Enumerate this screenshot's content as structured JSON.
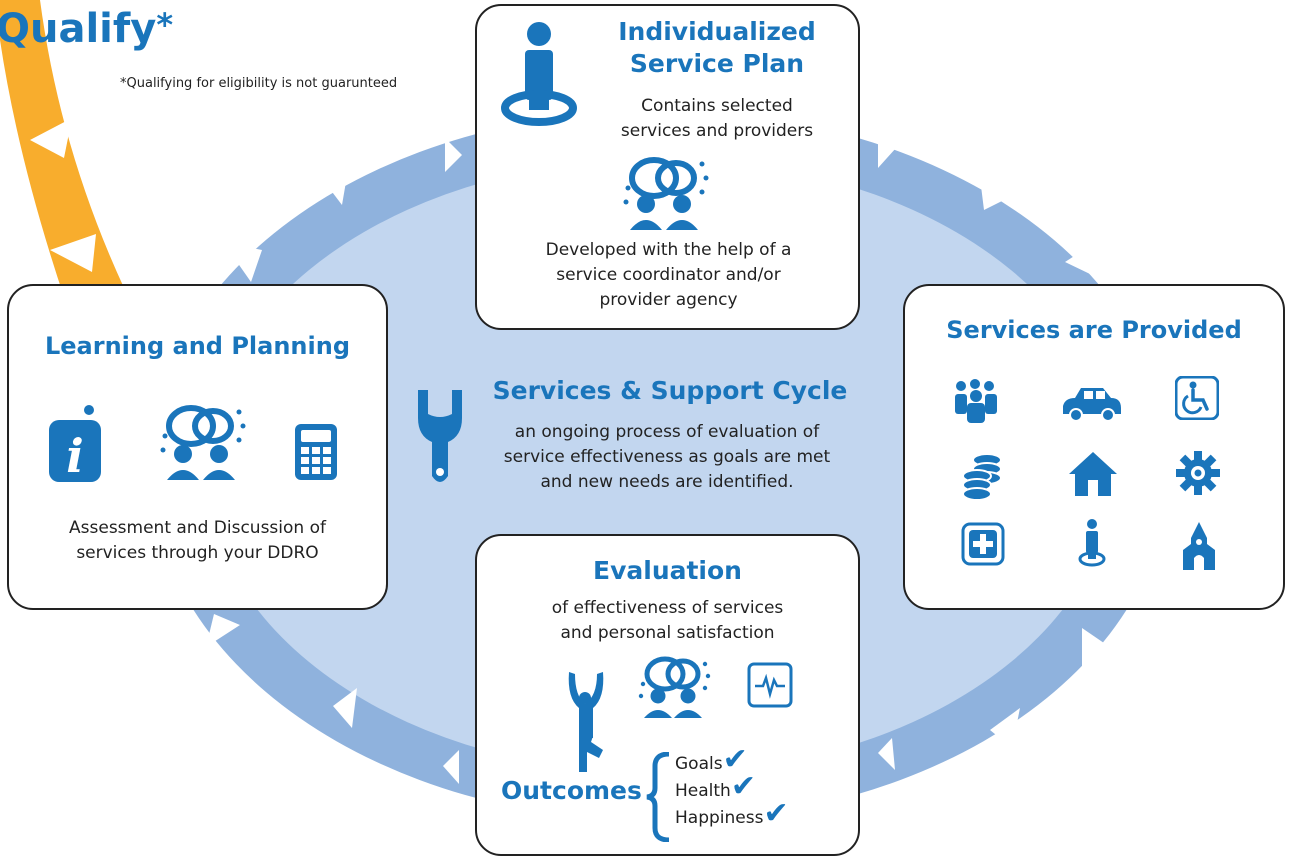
{
  "qualify": {
    "title": "Qualify",
    "asterisk": "*",
    "note": "*Qualifying for eligibility is not guarunteed"
  },
  "plan": {
    "title_line1": "Individualized",
    "title_line2": "Service Plan",
    "desc_line1": "Contains selected",
    "desc_line2": "services and providers",
    "dev_line1": "Developed with the help of a",
    "dev_line2": "service coordinator and/or",
    "dev_line3": "provider agency"
  },
  "learning": {
    "title": "Learning and Planning",
    "desc_line1": "Assessment and Discussion of",
    "desc_line2": "services through your DDRO"
  },
  "cycle": {
    "title": "Services & Support Cycle",
    "desc_line1": "an ongoing process of evaluation of",
    "desc_line2": "service effectiveness as goals are met",
    "desc_line3": "and new needs are identified."
  },
  "provided": {
    "title": "Services are Provided",
    "icons": [
      "group-icon",
      "car-icon",
      "wheelchair-icon",
      "coins-icon",
      "home-icon",
      "gear-icon",
      "medical-cross-icon",
      "person-icon",
      "church-icon"
    ]
  },
  "evaluation": {
    "title": "Evaluation",
    "desc_line1": "of effectiveness of services",
    "desc_line2": "and personal satisfaction",
    "outcomes_label": "Outcomes",
    "outcomes": [
      "Goals",
      "Health",
      "Happiness"
    ]
  },
  "colors": {
    "accent_blue": "#1a75bb",
    "ring_blue": "#8fb2dd",
    "inner_blue": "#c2d6ef",
    "qualify_orange": "#f8ad2d"
  }
}
